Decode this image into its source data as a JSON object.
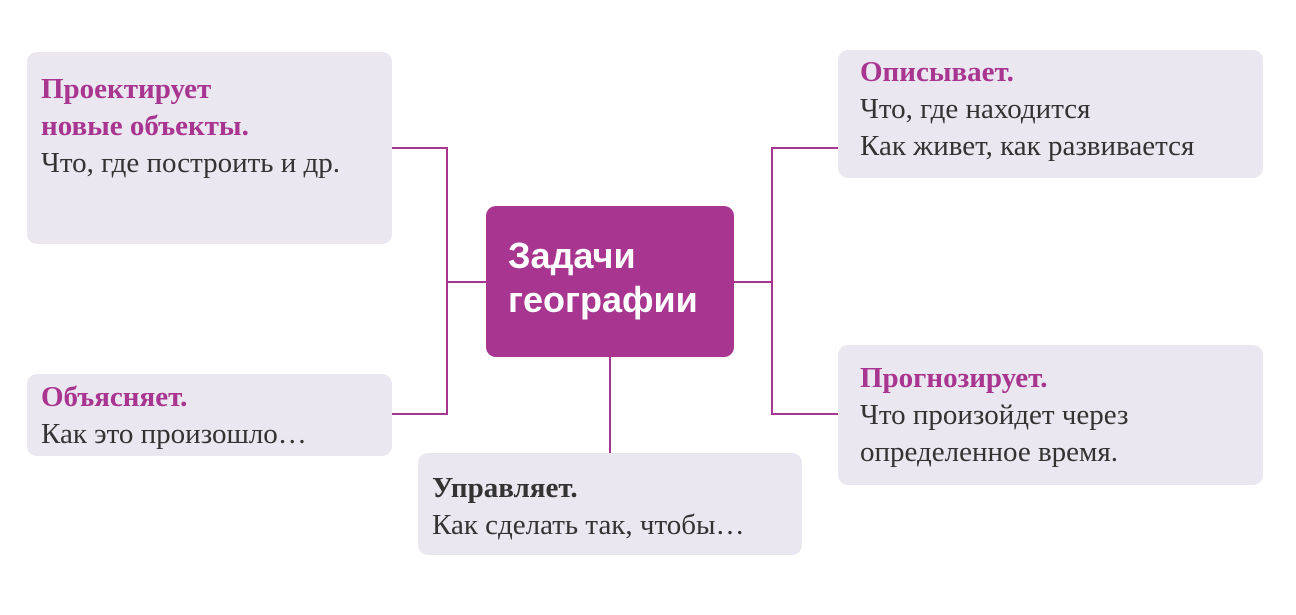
{
  "center": {
    "line1": "Задачи",
    "line2": "географии"
  },
  "nodes": {
    "designs": {
      "title1": "Проектирует",
      "title2": "новые  объекты.",
      "text": "Что, где построить и др."
    },
    "explains": {
      "title": "Объясняет.",
      "text": "Как это произошло…"
    },
    "manages": {
      "title": "Управляет.",
      "text": "Как сделать так, чтобы…"
    },
    "describes": {
      "title": "Описывает.",
      "text1": "Что, где находится",
      "text2": "Как живет, как развивается"
    },
    "forecasts": {
      "title": "Прогнозирует.",
      "text1": "Что произойдет через",
      "text2": "определенное время."
    }
  },
  "colors": {
    "accent": "#a8358f",
    "box": "#ebe7f0",
    "text": "#333333"
  }
}
